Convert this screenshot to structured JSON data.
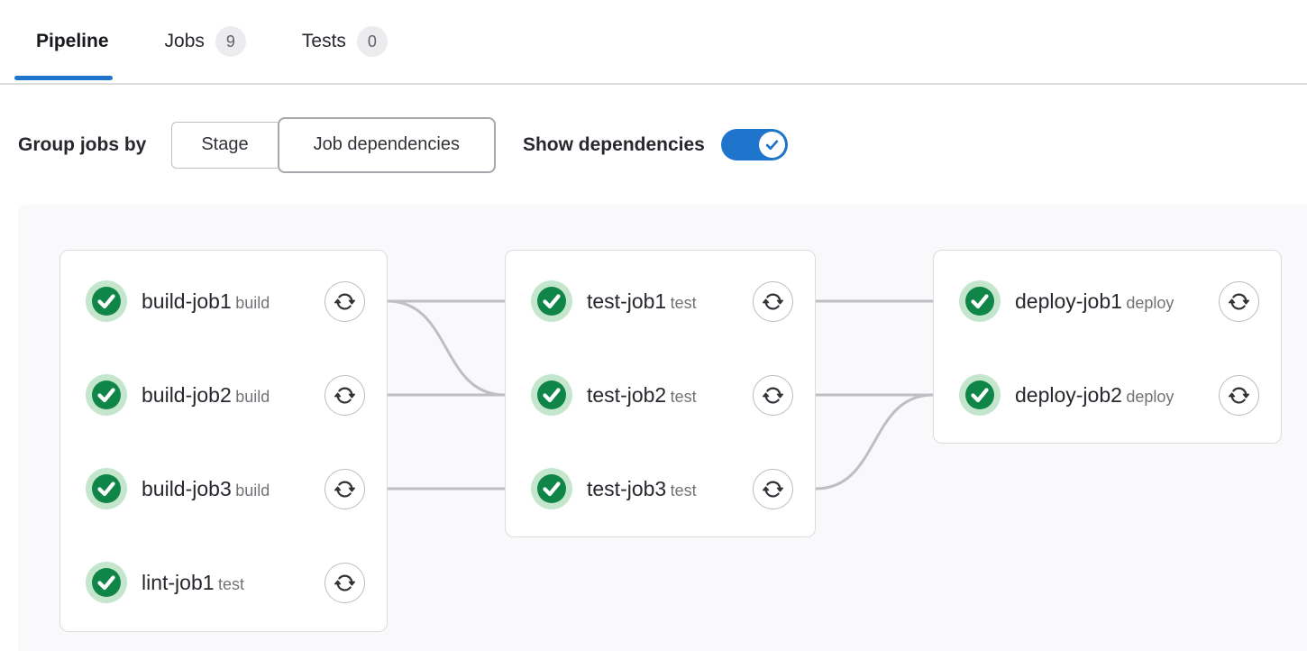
{
  "tabs": [
    {
      "label": "Pipeline",
      "active": true
    },
    {
      "label": "Jobs",
      "badge": "9",
      "active": false
    },
    {
      "label": "Tests",
      "badge": "0",
      "active": false
    }
  ],
  "controls": {
    "group_label": "Group jobs by",
    "segments": [
      {
        "label": "Stage",
        "selected": false
      },
      {
        "label": "Job dependencies",
        "selected": true
      }
    ],
    "show_dependencies_label": "Show dependencies",
    "show_dependencies_on": true
  },
  "colors": {
    "accent_blue": "#1f75cb",
    "success_green": "#108548",
    "success_halo": "#c3e6cd",
    "link_line": "#bfbfc3",
    "panel_bg": "#f9f9fb"
  },
  "graph": {
    "columns": [
      {
        "jobs": [
          {
            "name": "build-job1",
            "stage": "build",
            "status": "success"
          },
          {
            "name": "build-job2",
            "stage": "build",
            "status": "success"
          },
          {
            "name": "build-job3",
            "stage": "build",
            "status": "success"
          },
          {
            "name": "lint-job1",
            "stage": "test",
            "status": "success"
          }
        ]
      },
      {
        "jobs": [
          {
            "name": "test-job1",
            "stage": "test",
            "status": "success"
          },
          {
            "name": "test-job2",
            "stage": "test",
            "status": "success"
          },
          {
            "name": "test-job3",
            "stage": "test",
            "status": "success"
          }
        ]
      },
      {
        "jobs": [
          {
            "name": "deploy-job1",
            "stage": "deploy",
            "status": "success"
          },
          {
            "name": "deploy-job2",
            "stage": "deploy",
            "status": "success"
          }
        ]
      }
    ],
    "links": [
      {
        "from": "build-job1",
        "to": "test-job1"
      },
      {
        "from": "build-job1",
        "to": "test-job2"
      },
      {
        "from": "build-job2",
        "to": "test-job2"
      },
      {
        "from": "build-job3",
        "to": "test-job3"
      },
      {
        "from": "test-job1",
        "to": "deploy-job1"
      },
      {
        "from": "test-job2",
        "to": "deploy-job2"
      },
      {
        "from": "test-job3",
        "to": "deploy-job2"
      }
    ]
  }
}
